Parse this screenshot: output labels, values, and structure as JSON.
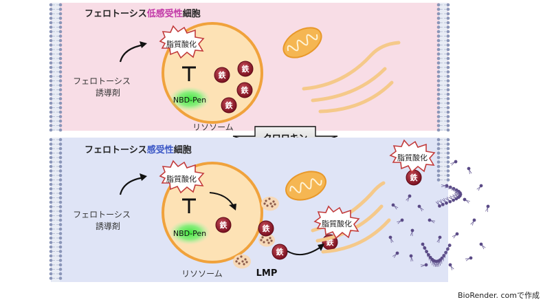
{
  "top_panel": {
    "title_prefix": "フェロトーシス",
    "title_highlight": "低感受性",
    "title_suffix": "細胞",
    "highlight_color": "#c23aa8",
    "background": "#f8dde6",
    "inducer_line1": "フェロトーシス",
    "inducer_line2": "誘導剤",
    "burst_label": "脂質酸化",
    "probe_label": "NBD-Pen",
    "iron_label": "鉄",
    "iron_count": 4,
    "lysosome_label": "リソソーム"
  },
  "middle": {
    "drug_label": "クロロキン"
  },
  "bottom_panel": {
    "title_prefix": "フェロトーシス",
    "title_highlight": "感受性",
    "title_suffix": "細胞",
    "highlight_color": "#3c58c6",
    "background": "#dfe4f6",
    "inducer_line1": "フェロトーシス",
    "inducer_line2": "誘導剤",
    "burst_label": "脂質酸化",
    "burst_label_mito": "脂質酸化",
    "burst_label_membrane": "脂質酸化",
    "probe_label": "NBD-Pen",
    "iron_label": "鉄",
    "lysosome_label": "リソソーム",
    "lmp_label": "LMP"
  },
  "credit": "BioRender. comで作成"
}
